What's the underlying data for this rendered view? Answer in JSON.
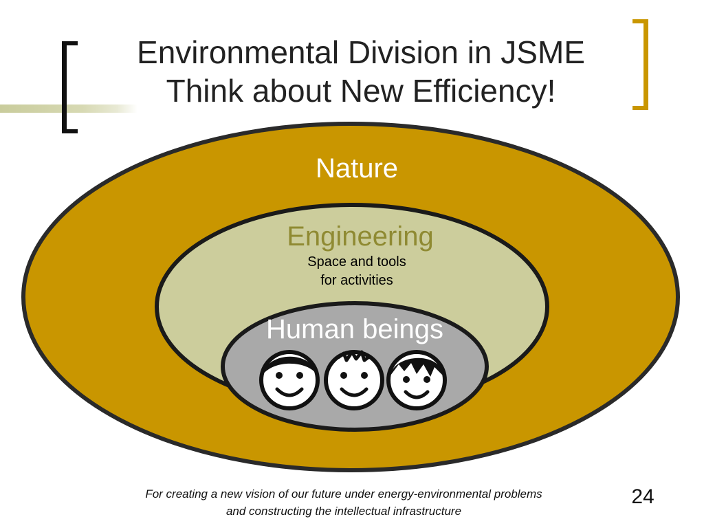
{
  "slide": {
    "title_line1": "Environmental Division in JSME",
    "title_line2": "Think about New Efficiency!",
    "footer_line1": "For creating a new vision of our future under energy-environmental problems",
    "footer_line2": "and constructing the intellectual infrastructure",
    "page_number": "24"
  },
  "diagram": {
    "outer_label": "Nature",
    "middle_label": "Engineering",
    "middle_sub_line1": "Space and tools",
    "middle_sub_line2": "for activities",
    "inner_label": "Human beings",
    "face_icons": [
      "smiley-face-icon",
      "smiley-face-icon",
      "smiley-face-icon"
    ]
  },
  "colors": {
    "outer_fill": "#c99600",
    "middle_fill": "#cccd9c",
    "inner_fill": "#a9a9a9",
    "outline": "#2a2a2a",
    "engineering_text": "#8f8a32",
    "bracket_accent": "#c99600"
  }
}
